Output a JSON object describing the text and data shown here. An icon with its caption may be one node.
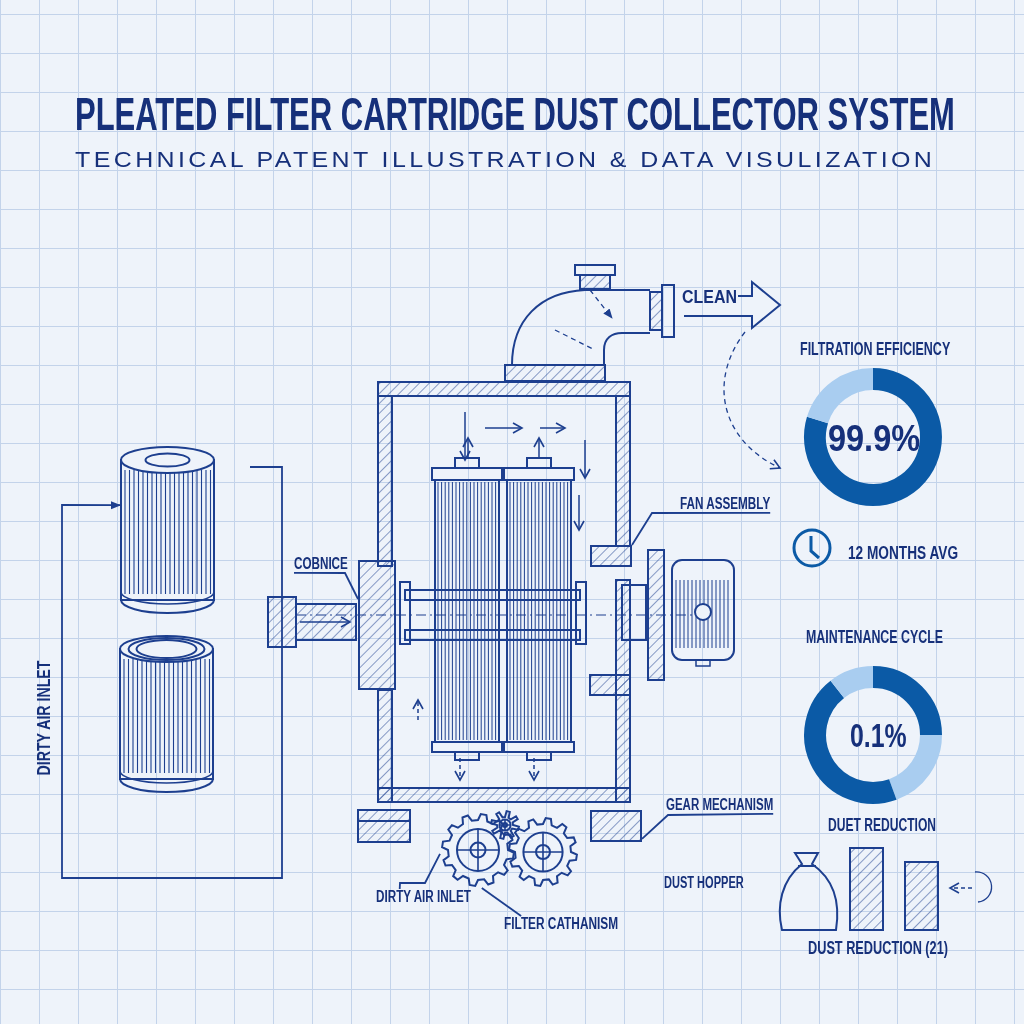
{
  "diagram": {
    "title": "PLEATED FILTER CARTRIDGE DUST COLLECTOR SYSTEM",
    "nodes": [
      {
        "text": [],
        "shape": "picture"
      },
      {
        "text": [
          "COBNICE"
        ]
      },
      {
        "text": [],
        "shape": "box"
      },
      {
        "text": [
          "FAN ASSEMBLY"
        ]
      },
      {
        "text": [],
        "shape": "box"
      },
      {
        "text": [
          "GEAR MECHANISM"
        ]
      },
      {
        "text": [],
        "shape": "box"
      },
      {
        "text": [
          "DIRTY AIR INLET"
        ]
      },
      {
        "text": [
          "FILTER CATHANISM"
        ]
      },
      {
        "text": [],
        "shape": "picture"
      }
    ],
    "edges": [
      {
        "from": null,
        "to": 0,
        "arrow": "to"
      },
      {
        "from": 1,
        "to": 2,
        "arrow": "none"
      },
      {
        "from": 3,
        "to": 4,
        "arrow": "none"
      },
      {
        "from": 5,
        "to": 6,
        "arrow": "none"
      },
      {
        "from": 7,
        "to": 9,
        "arrow": "none"
      },
      {
        "from": 8,
        "to": 9,
        "arrow": "none"
      }
    ],
    "labels": [
      "TECHNICAL PATENT ILLUSTRATION & DATA VISULIZATION",
      "CLEAN",
      "FILTRATION EFFICIENCY",
      "99.9%",
      "DIRTY AIR INLET",
      "12 MONTHS AVG",
      "MAINTENANCE CYCLE",
      "0.1%",
      "DUET REDUCTION",
      "DUST HOPPER",
      "DUST REDUCTION (21)"
    ]
  }
}
